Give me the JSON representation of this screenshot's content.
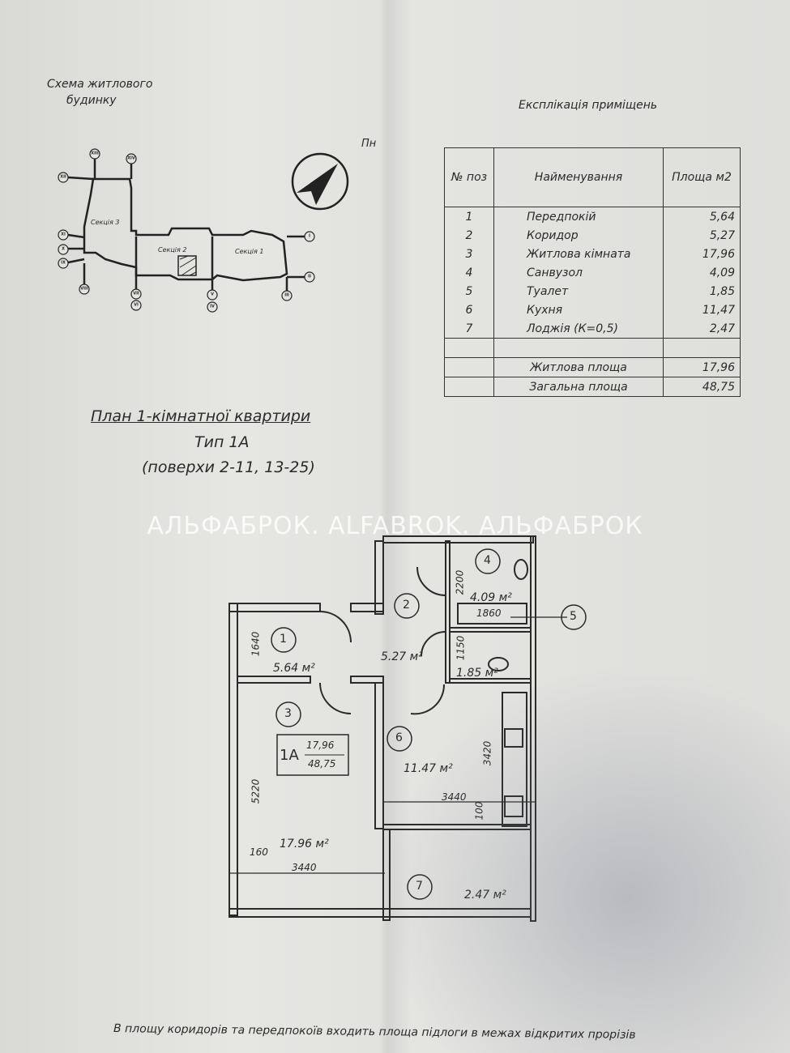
{
  "scheme": {
    "title_line1": "Схема житлового",
    "title_line2": "будинку",
    "north": "Пн",
    "sections": [
      "Секція 3",
      "Секція 2",
      "Секція 1"
    ],
    "axes": [
      "XIII",
      "XIV",
      "XII",
      "XI",
      "X",
      "IX",
      "VIII",
      "VII",
      "VI",
      "V",
      "IV",
      "III",
      "II",
      "I"
    ]
  },
  "explication": {
    "title": "Експлікація приміщень",
    "headers": {
      "pos": "№ поз",
      "name": "Найменування",
      "area": "Площа м2"
    },
    "rows": [
      {
        "pos": "1",
        "name": "Передпокій",
        "area": "5,64"
      },
      {
        "pos": "2",
        "name": "Коридор",
        "area": "5,27"
      },
      {
        "pos": "3",
        "name": "Житлова кімната",
        "area": "17,96"
      },
      {
        "pos": "4",
        "name": "Санвузол",
        "area": "4,09"
      },
      {
        "pos": "5",
        "name": "Туалет",
        "area": "1,85"
      },
      {
        "pos": "6",
        "name": "Кухня",
        "area": "11,47"
      },
      {
        "pos": "7",
        "name": "Лоджія (К=0,5)",
        "area": "2,47"
      }
    ],
    "living": {
      "label": "Житлова площа",
      "area": "17,96"
    },
    "total": {
      "label": "Загальна площа",
      "area": "48,75"
    }
  },
  "plan": {
    "title": "План 1-кімнатної квартири",
    "type": "Тип 1А",
    "floors": "(поверхи 2-11, 13-25)",
    "rooms": [
      {
        "n": "1",
        "area": "5.64 м²"
      },
      {
        "n": "2",
        "area": "5.27 м²"
      },
      {
        "n": "3",
        "area": "17.96 м²"
      },
      {
        "n": "4",
        "area": "4.09 м²"
      },
      {
        "n": "5",
        "area": "1.85 м²"
      },
      {
        "n": "6",
        "area": "11.47 м²"
      },
      {
        "n": "7",
        "area": "2.47 м²"
      }
    ],
    "badge": {
      "type": "1А",
      "living": "17,96",
      "total": "48,75"
    },
    "dims": [
      "1640",
      "5220",
      "160",
      "3440",
      "2200",
      "1860",
      "1150",
      "3420",
      "3440",
      "100"
    ]
  },
  "watermark": "АЛЬФАБРОК. ALFABROK. АЛЬФАБРОК",
  "footnote": "В площу коридорів та передпокоїв входить площа підлоги в межах відкритих прорізів"
}
